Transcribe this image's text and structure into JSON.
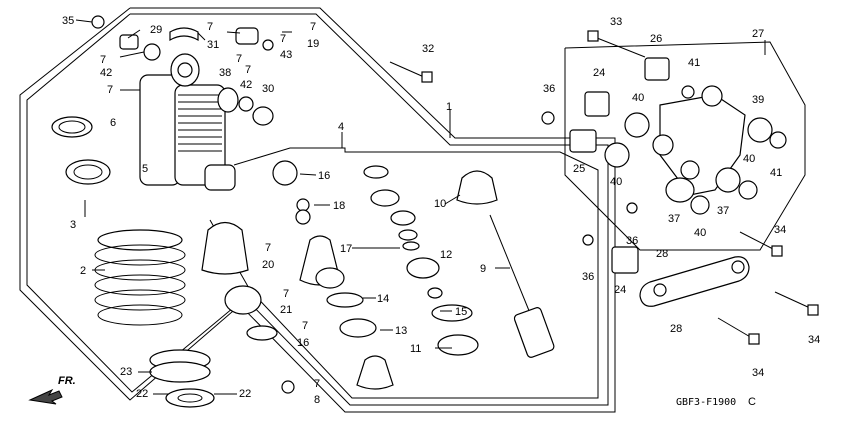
{
  "labels": {
    "n1": "1",
    "n2": "2",
    "n3": "3",
    "n4": "4",
    "n5": "5",
    "n6": "6",
    "n7": "7",
    "n8": "8",
    "n9": "9",
    "n10": "10",
    "n11": "11",
    "n12": "12",
    "n13": "13",
    "n14": "14",
    "n15": "15",
    "n16": "16",
    "n17": "17",
    "n18": "18",
    "n19": "19",
    "n20": "20",
    "n21": "21",
    "n22": "22",
    "n23": "23",
    "n24": "24",
    "n25": "25",
    "n26": "26",
    "n27": "27",
    "n28": "28",
    "n29": "29",
    "n30": "30",
    "n31": "31",
    "n32": "32",
    "n33": "33",
    "n34": "34",
    "n35": "35",
    "n36": "36",
    "n37": "37",
    "n38": "38",
    "n39": "39",
    "n40": "40",
    "n41": "41",
    "n42": "42",
    "n43": "43"
  },
  "front_marker": "FR.",
  "diagram_code": "GBF3-F1900",
  "diagram_code_suffix": "C"
}
